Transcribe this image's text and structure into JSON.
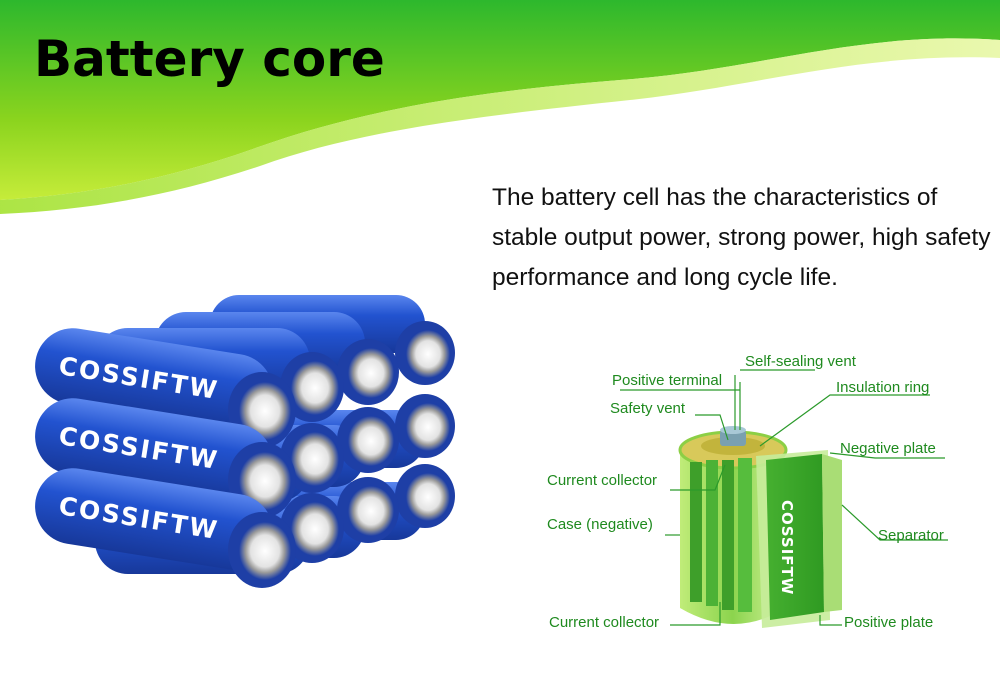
{
  "title": "Battery core",
  "description": "The battery cell has the characteristics of stable output power, strong power, high safety performance and long cycle life.",
  "brand": "COSSIFTW",
  "colors": {
    "accent_green": "#7ed321",
    "cell_blue": "#1f4fc4",
    "label_green": "#1f8a1f"
  },
  "diagram": {
    "labels": {
      "self_sealing_vent": "Self-sealing vent",
      "positive_terminal": "Positive terminal",
      "insulation_ring": "Insulation ring",
      "safety_vent": "Safety vent",
      "negative_plate": "Negative plate",
      "current_collector_top": "Current collector",
      "case_negative": "Case (negative)",
      "separator": "Separator",
      "current_collector_bottom": "Current collector",
      "positive_plate": "Positive plate"
    }
  }
}
